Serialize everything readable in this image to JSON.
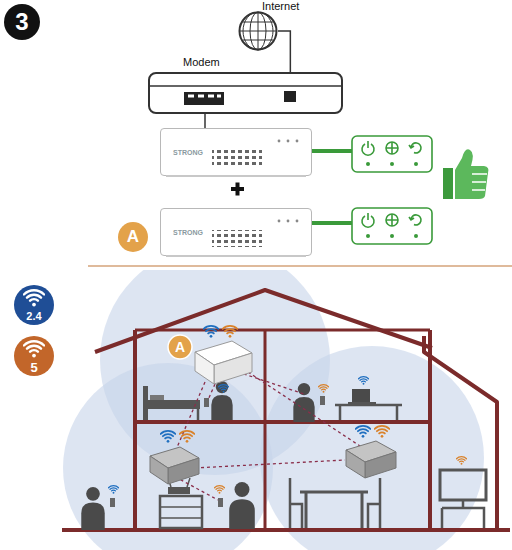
{
  "diagram": {
    "nodes": [
      {
        "text": [
          "Internet"
        ]
      },
      {
        "text": [
          "Modem"
        ]
      },
      {
        "text": [
          "STRONG"
        ]
      },
      {
        "text": [
          "STRONG"
        ]
      }
    ],
    "edges": [
      {
        "from": 0,
        "to": 1,
        "arrow": "none"
      },
      {
        "from": 1,
        "to": 2,
        "arrow": "none"
      }
    ],
    "labels": [
      "3",
      "A",
      "2.4",
      "5",
      "A"
    ]
  }
}
